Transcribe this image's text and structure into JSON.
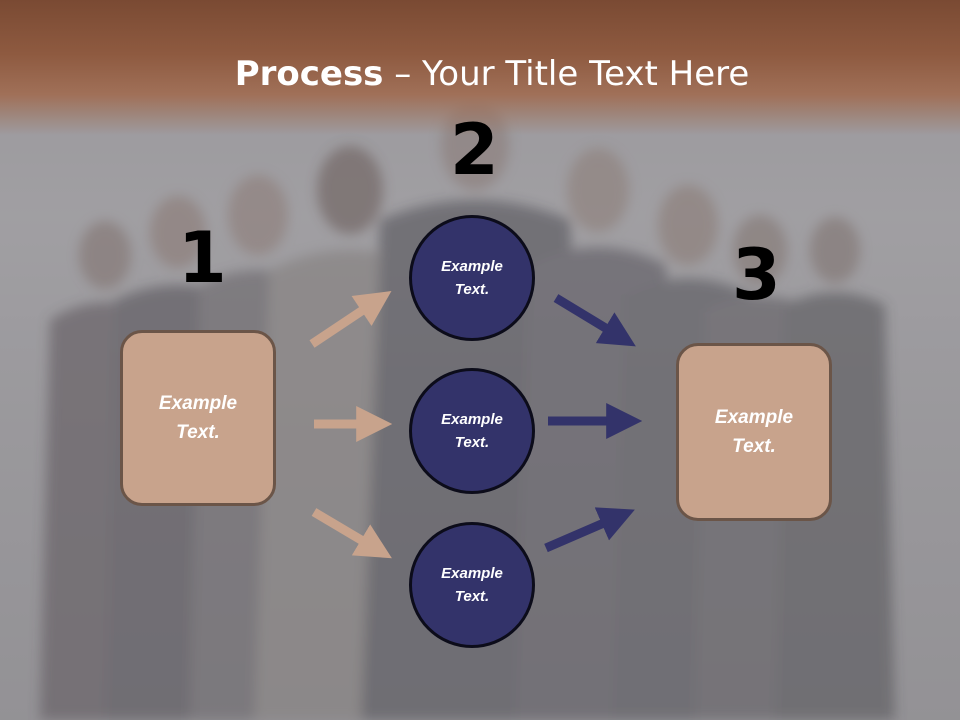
{
  "slide": {
    "title_bold": "Process",
    "title_rest": " – Your Title Text Here",
    "colors": {
      "header": "#8e5a40",
      "box_fill": "#c8a38c",
      "box_border": "#6b5548",
      "circle_fill": "#33336a",
      "arrow_left": "#c8a38c",
      "arrow_right": "#33336a"
    }
  },
  "steps": {
    "step1_number": "1",
    "step2_number": "2",
    "step3_number": "3"
  },
  "nodes": {
    "left_box": "Example Text.",
    "circle_top": "Example Text.",
    "circle_middle": "Example Text.",
    "circle_bottom": "Example Text.",
    "right_box": "Example Text."
  }
}
